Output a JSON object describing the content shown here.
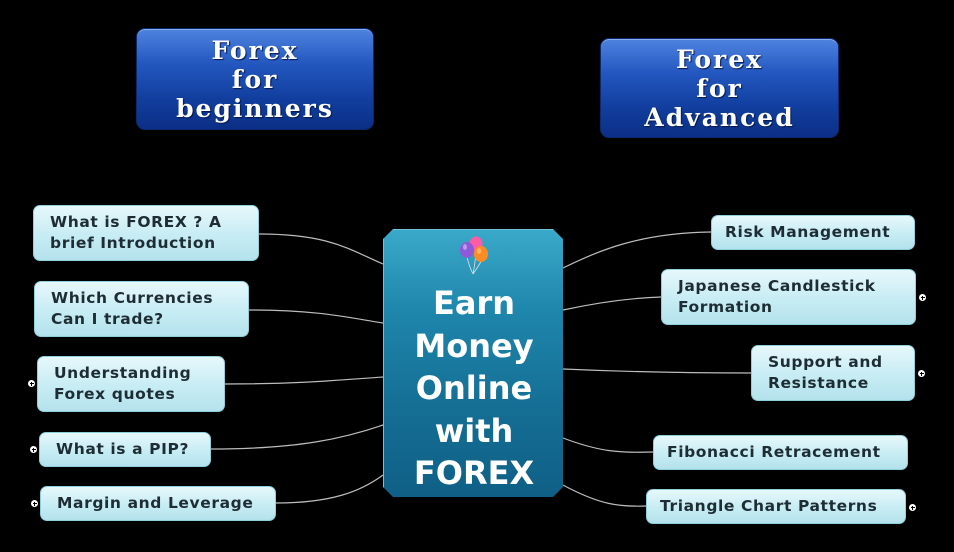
{
  "colors": {
    "background": "#000000",
    "header_blue": "#1b4fb8",
    "center_teal": "#1a7fa6",
    "topic_fill": "#c7ecf4",
    "connector": "#bcbcbc"
  },
  "headers": {
    "beginners": {
      "line1": "Forex",
      "line2": "for",
      "line3": "beginners"
    },
    "advanced": {
      "line1": "Forex",
      "line2": "for",
      "line3": "Advanced"
    }
  },
  "center": {
    "icon": "balloons-icon",
    "lines": [
      "Earn",
      "Money",
      "Online",
      "with",
      "FOREX"
    ]
  },
  "left_topics": [
    {
      "label": "What is FOREX ? A brief Introduction",
      "expandable": false
    },
    {
      "label": "Which Currencies Can I trade?",
      "expandable": false
    },
    {
      "label": "Understanding Forex quotes",
      "expandable": true
    },
    {
      "label": "What is a PIP?",
      "expandable": true
    },
    {
      "label": "Margin and Leverage",
      "expandable": true
    }
  ],
  "right_topics": [
    {
      "label": "Risk Management",
      "expandable": false
    },
    {
      "label": "Japanese Candlestick Formation",
      "expandable": true
    },
    {
      "label": "Support and Resistance",
      "expandable": true
    },
    {
      "label": "Fibonacci Retracement",
      "expandable": false
    },
    {
      "label": "Triangle Chart Patterns",
      "expandable": true
    }
  ]
}
